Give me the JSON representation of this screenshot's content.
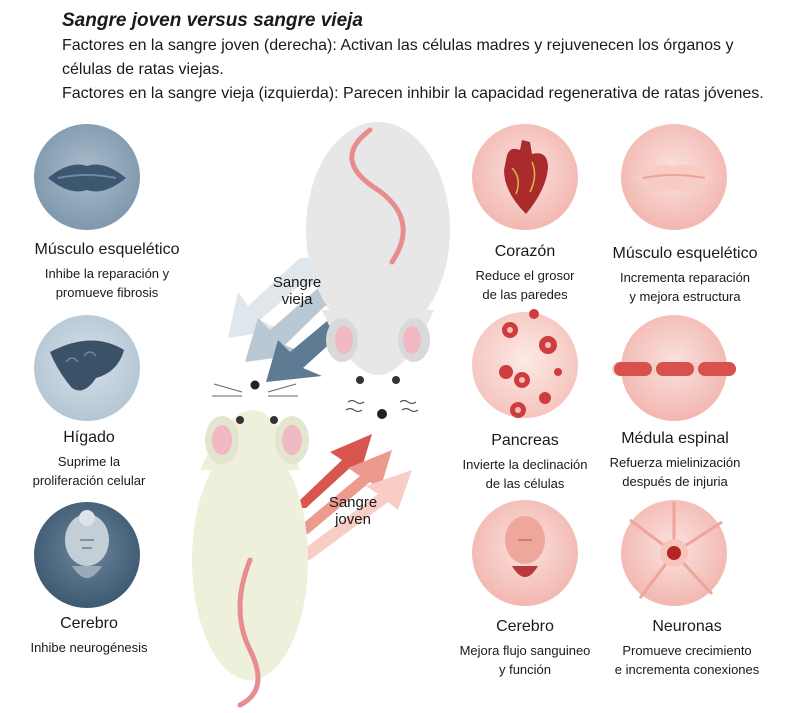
{
  "title": "Sangre joven versus sangre vieja",
  "lines": [
    "Factores en la sangre joven (derecha): Activan las células madres y rejuvenecen los órganos y",
    "células de ratas viejas.",
    "Factores en la sangre vieja (izquierda): Parecen inhibir la capacidad regenerativa de ratas jóvenes."
  ],
  "flows": {
    "old": [
      "Sangre",
      "vieja"
    ],
    "young": [
      "Sangre",
      "joven"
    ]
  },
  "left": [
    {
      "icon": "muscle-icon",
      "name": "Músculo esquelético",
      "desc": [
        "Inhibe la reparación y",
        "promueve fibrosis"
      ]
    },
    {
      "icon": "liver-icon",
      "name": "Hígado",
      "desc": [
        "Suprime la",
        "proliferación celular"
      ]
    },
    {
      "icon": "brain-icon",
      "name": "Cerebro",
      "desc": [
        "Inhibe neurogénesis"
      ]
    }
  ],
  "right_a": [
    {
      "icon": "heart-icon",
      "name": "Corazón",
      "desc": [
        "Reduce el grosor",
        "de las paredes"
      ]
    },
    {
      "icon": "pancreas-icon",
      "name": "Pancreas",
      "desc": [
        "Invierte la declinación",
        "de las células"
      ]
    },
    {
      "icon": "brain-icon",
      "name": "Cerebro",
      "desc": [
        "Mejora flujo sanguineo",
        "y función"
      ]
    }
  ],
  "right_b": [
    {
      "icon": "muscle-icon",
      "name": "Músculo esquelético",
      "desc": [
        "Incrementa reparación",
        "y mejora estructura"
      ]
    },
    {
      "icon": "spinal-cord-icon",
      "name": "Médula espinal",
      "desc": [
        "Refuerza mielinización",
        "después de injuria"
      ]
    },
    {
      "icon": "neuron-icon",
      "name": "Neuronas",
      "desc": [
        "Promueve crecimiento",
        "e incrementa conexiones"
      ]
    }
  ],
  "colors": {
    "old_tint": "#4a6a82",
    "young_tint": "#d2434a",
    "old_rat": "#e6e6e6",
    "young_rat": "#eef0dc"
  }
}
